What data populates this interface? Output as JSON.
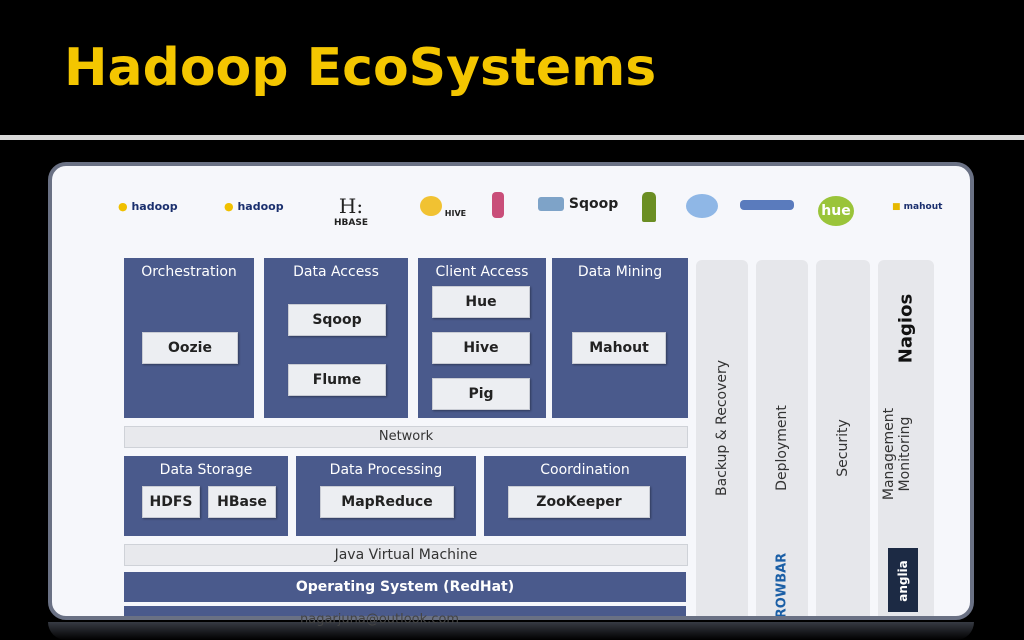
{
  "slide": {
    "title": "Hadoop EcoSystems",
    "footer": "nagarjuna@outlook.com"
  },
  "logos": [
    "hadoop",
    "hadoop",
    "HBASE",
    "HIVE",
    "",
    "Sqoop",
    "",
    "",
    "",
    "hue",
    "mahout"
  ],
  "layers": {
    "orchestration": {
      "label": "Orchestration",
      "item": "Oozie"
    },
    "data_access": {
      "label": "Data Access",
      "items": [
        "Sqoop",
        "Flume"
      ]
    },
    "client_access": {
      "label": "Client Access",
      "items": [
        "Hue",
        "Hive",
        "Pig"
      ]
    },
    "data_mining": {
      "label": "Data Mining",
      "item": "Mahout"
    },
    "network": "Network",
    "data_storage": {
      "label": "Data Storage",
      "items": [
        "HDFS",
        "HBase"
      ]
    },
    "data_processing": {
      "label": "Data Processing",
      "item": "MapReduce"
    },
    "coordination": {
      "label": "Coordination",
      "item": "ZooKeeper"
    },
    "jvm": "Java Virtual Machine",
    "os": "Operating System (RedHat)"
  },
  "columns": {
    "backup": "Backup & Recovery",
    "deployment": "Deployment",
    "security": "Security",
    "management": "Management",
    "monitoring": "Monitoring",
    "nagios": "Nagios",
    "crowbar": "ROWBAR",
    "ganglia": "anglia"
  }
}
